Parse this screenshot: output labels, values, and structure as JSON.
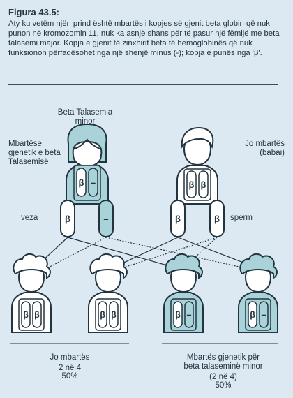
{
  "figure": {
    "title": "Figura 43.5:",
    "caption": "Aty ku vetëm njëri prind është mbartës i kopjes së gjenit beta globin që nuk punon në kromozomin 11, nuk ka asnjë shans për të pasur një fëmijë me beta talasemi major. Kopja e gjenit të zinxhirit beta të hemoglobinës që nuk funksionon përfaqësohet nga një shenjë minus (-); kopja e punës nga 'β'."
  },
  "parents": {
    "mother_top": "Beta Talasemia\nminor",
    "mother_side": "Mbartëse\ngjenetik e beta\nTalasemisë",
    "father": "Jo mbartës\n(babai)"
  },
  "gametes": {
    "egg_label": "veza",
    "sperm_label": "sperm"
  },
  "alleles": {
    "normal": "β",
    "faulty": "–"
  },
  "outcomes": {
    "left": {
      "title": "Jo mbartës",
      "count": "2 në 4",
      "percent": "50%"
    },
    "right": {
      "title": "Mbartës gjenetik për\nbeta talaseminë minor",
      "count": "(2 në 4)",
      "percent": "50%"
    }
  },
  "colors": {
    "background": "#dde9f2",
    "carrier_fill": "#a9d3d8",
    "outline": "#22343f"
  }
}
